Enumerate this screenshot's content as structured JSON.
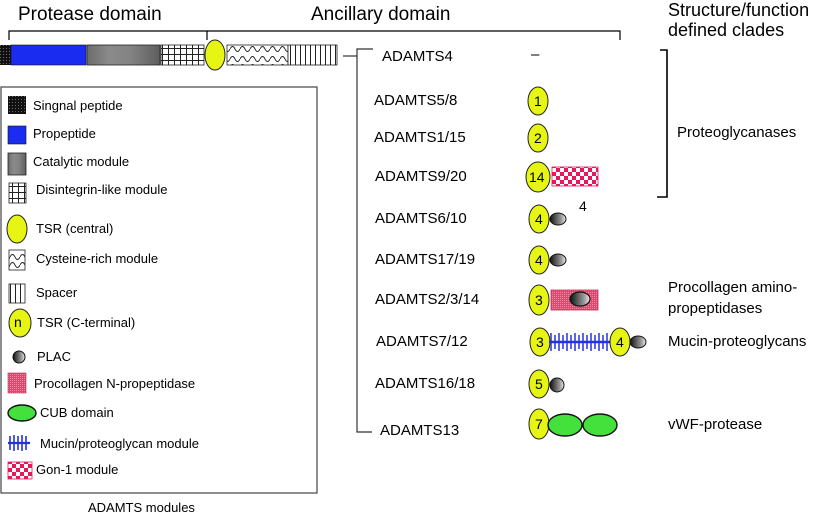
{
  "header": {
    "protease_domain": "Protease domain",
    "ancillary_domain": "Ancillary domain",
    "clades_title_line1": "Structure/function",
    "clades_title_line2": "defined clades"
  },
  "domain_bar": {
    "modules": [
      "signal-peptide",
      "propeptide",
      "catalytic-module",
      "disintegrin-like-module",
      "tsr-central",
      "cysteine-rich-module",
      "spacer"
    ]
  },
  "legend": {
    "caption": "ADAMTS modules",
    "items": [
      {
        "key": "signal-peptide",
        "label": "Singnal peptide"
      },
      {
        "key": "propeptide",
        "label": "Propeptide"
      },
      {
        "key": "catalytic-module",
        "label": "Catalytic module"
      },
      {
        "key": "disintegrin-like-module",
        "label": "Disintegrin-like module"
      },
      {
        "key": "tsr-central",
        "label": "TSR (central)"
      },
      {
        "key": "cysteine-rich-module",
        "label": "Cysteine-rich module"
      },
      {
        "key": "spacer",
        "label": "Spacer"
      },
      {
        "key": "tsr-c-terminal",
        "label": "TSR (C-terminal)",
        "symbol_text": "n"
      },
      {
        "key": "plac",
        "label": "PLAC"
      },
      {
        "key": "procollagen-n-propeptidase",
        "label": "Procollagen N-propeptidase"
      },
      {
        "key": "cub-domain",
        "label": "CUB domain"
      },
      {
        "key": "mucin-proteoglycan-module",
        "label": "Mucin/proteoglycan module"
      },
      {
        "key": "gon-1-module",
        "label": "Gon-1 module"
      }
    ]
  },
  "members": [
    {
      "name": "ADAMTS4",
      "dash": "–",
      "modules": []
    },
    {
      "name": "ADAMTS5/8",
      "modules": [
        {
          "type": "tsr",
          "n": "1"
        }
      ]
    },
    {
      "name": "ADAMTS1/15",
      "modules": [
        {
          "type": "tsr",
          "n": "2"
        }
      ]
    },
    {
      "name": "ADAMTS9/20",
      "modules": [
        {
          "type": "tsr",
          "n": "14"
        },
        {
          "type": "gon1"
        }
      ]
    },
    {
      "name": "ADAMTS6/10",
      "modules": [
        {
          "type": "tsr",
          "n": "4"
        },
        {
          "type": "plac"
        }
      ],
      "note": "4"
    },
    {
      "name": "ADAMTS17/19",
      "modules": [
        {
          "type": "tsr",
          "n": "4"
        },
        {
          "type": "plac"
        }
      ]
    },
    {
      "name": "ADAMTS2/3/14",
      "modules": [
        {
          "type": "tsr",
          "n": "3"
        },
        {
          "type": "procollagen-plac"
        }
      ]
    },
    {
      "name": "ADAMTS7/12",
      "modules": [
        {
          "type": "tsr",
          "n": "3"
        },
        {
          "type": "mucin"
        },
        {
          "type": "tsr",
          "n": "4"
        },
        {
          "type": "plac"
        }
      ]
    },
    {
      "name": "ADAMTS16/18",
      "modules": [
        {
          "type": "tsr",
          "n": "5"
        },
        {
          "type": "plac"
        }
      ]
    },
    {
      "name": "ADAMTS13",
      "modules": [
        {
          "type": "tsr",
          "n": "7"
        },
        {
          "type": "cub"
        },
        {
          "type": "cub"
        }
      ]
    }
  ],
  "clades": [
    {
      "label": "Proteoglycanases"
    },
    {
      "label_line1": "Procollagen amino-",
      "label_line2": "propeptidases"
    },
    {
      "label": "Mucin-proteoglycans"
    },
    {
      "label": "vWF-protease"
    }
  ],
  "colors": {
    "propeptide": "#1a2cf0",
    "tsr": "#e6f514",
    "cub": "#44e03c",
    "gon1": "#e8175a",
    "procollagen": "#e8456e",
    "mucin": "#2233dd",
    "catalytic": "#7a7a7a"
  }
}
